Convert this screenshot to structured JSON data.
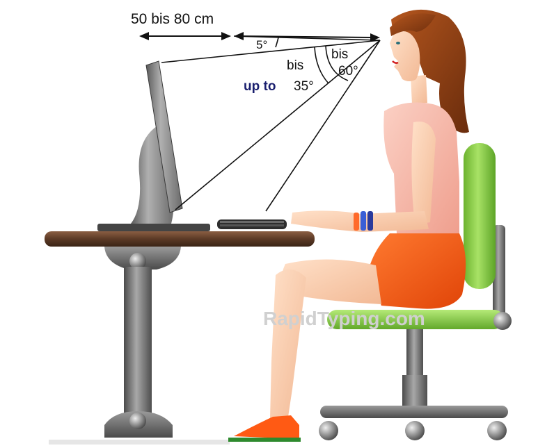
{
  "labels": {
    "distance": "50 bis 80 cm",
    "angle_top": "5°",
    "bis_left": "bis",
    "bis_right": "bis",
    "angle_60": "60°",
    "up_to": "up to",
    "angle_35": "35°"
  },
  "watermark": "RapidTyping.com",
  "colors": {
    "up_to_text": "#1a1f6e",
    "chair_green": "#8fd44a",
    "skirt_orange": "#ff5a14",
    "top_pink": "#f6b6a8",
    "hair_brown": "#8a3e14",
    "desk_brown": "#5c3a26",
    "metal_gray": "#6e6e6e"
  }
}
